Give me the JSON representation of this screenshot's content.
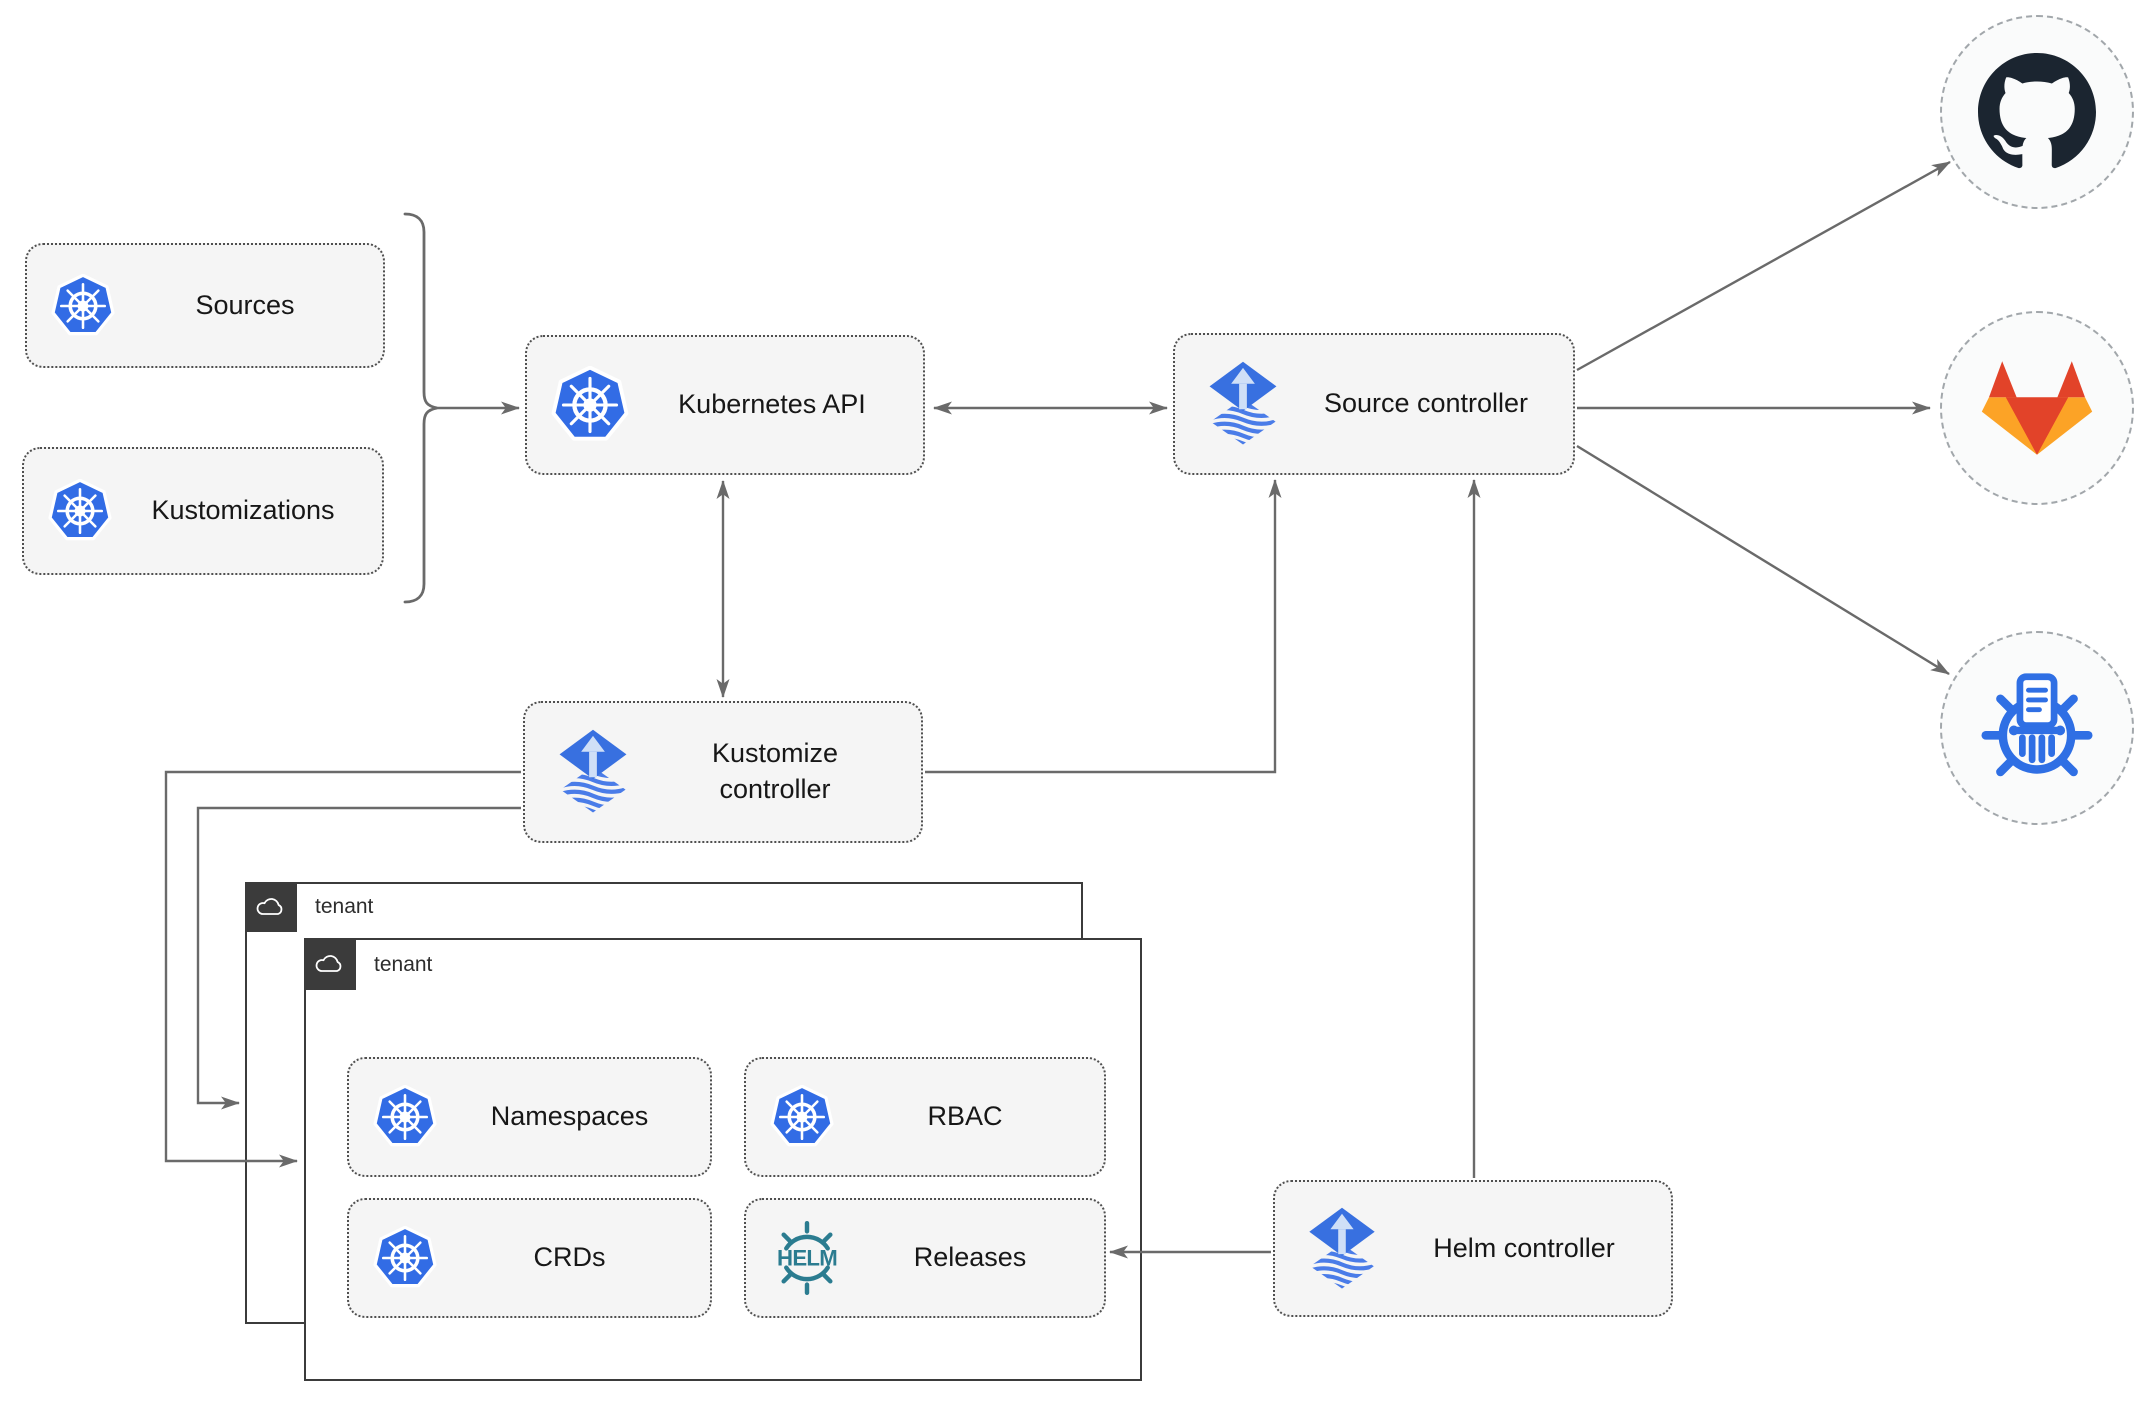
{
  "nodes": {
    "sources": {
      "label": "Sources"
    },
    "kustomizations": {
      "label": "Kustomizations"
    },
    "kubernetes_api": {
      "label": "Kubernetes API"
    },
    "source_controller": {
      "label": "Source controller"
    },
    "kustomize_controller": {
      "label": "Kustomize controller"
    },
    "helm_controller": {
      "label": "Helm controller"
    },
    "namespaces": {
      "label": "Namespaces"
    },
    "rbac": {
      "label": "RBAC"
    },
    "crds": {
      "label": "CRDs"
    },
    "releases": {
      "label": "Releases"
    }
  },
  "groups": {
    "outer_tenant": {
      "label": "tenant"
    },
    "inner_tenant": {
      "label": "tenant"
    }
  },
  "icons": {
    "kubernetes": "kubernetes-wheel-icon",
    "flux": "flux-diamond-arrow-icon",
    "helm": {
      "name": "helm-wheel-icon",
      "text": "HELM"
    },
    "cloud": "cloud-icon",
    "github": "github-octocat-icon",
    "gitlab": "gitlab-tanuki-icon",
    "bucket": "manifest-bucket-icon"
  },
  "edges": [
    {
      "from": "sources & kustomizations bracket",
      "to": "kubernetes_api",
      "type": "arrow"
    },
    {
      "from": "kubernetes_api",
      "to": "source_controller",
      "type": "double-arrow"
    },
    {
      "from": "kubernetes_api",
      "to": "kustomize_controller",
      "type": "double-arrow"
    },
    {
      "from": "kustomize_controller",
      "to": "source_controller",
      "type": "arrow"
    },
    {
      "from": "kustomize_controller",
      "to": "outer_tenant",
      "type": "arrow"
    },
    {
      "from": "kustomize_controller",
      "to": "inner_tenant",
      "type": "arrow"
    },
    {
      "from": "helm_controller",
      "to": "source_controller",
      "type": "arrow"
    },
    {
      "from": "helm_controller",
      "to": "releases",
      "type": "arrow"
    },
    {
      "from": "source_controller",
      "to": "github",
      "type": "arrow"
    },
    {
      "from": "source_controller",
      "to": "gitlab",
      "type": "arrow"
    },
    {
      "from": "source_controller",
      "to": "bucket",
      "type": "arrow"
    }
  ],
  "colors": {
    "kubernetes_blue": "#326ce5",
    "flux_blue": "#3870e0",
    "flux_stripe_blue": "#4a7ce8",
    "flux_arrow_light": "#cfdff7",
    "helm_teal": "#2b7c90",
    "github_dark": "#1b2530",
    "gitlab_red_orange": "#e24329",
    "gitlab_light_orange": "#fca326",
    "line_gray": "#6a6a6a",
    "node_fill": "#f5f5f5",
    "tenant_tab_dark": "#3b3b3b"
  }
}
